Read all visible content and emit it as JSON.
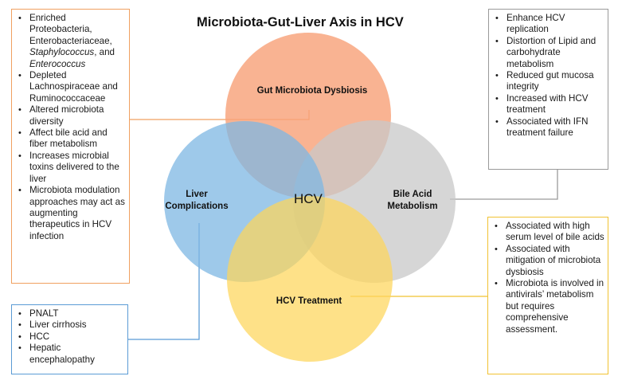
{
  "title": "Microbiota-Gut-Liver Axis in HCV",
  "colors": {
    "gut_circle": "#f8a27a",
    "bile_circle": "#c8c8c8",
    "liver_circle": "#7db7e3",
    "treatment_circle": "#fed55a",
    "orange_border": "#f0a060",
    "grey_border": "#9a9a9a",
    "yellow_border": "#f1c232",
    "blue_border": "#5b9bd5"
  },
  "circles": {
    "gut": {
      "label": "Gut Microbiota Dysbiosis"
    },
    "bile": {
      "label_line1": "Bile Acid",
      "label_line2": "Metabolism"
    },
    "liver": {
      "label_line1": "Liver",
      "label_line2": "Complications"
    },
    "treatment": {
      "label": "HCV Treatment"
    },
    "center": "HCV"
  },
  "boxes": {
    "gut_box": {
      "items": [
        {
          "parts": [
            "Enriched Proteobacteria, Enterobacteriaceae, ",
            "Staphylococcus",
            ", and ",
            "Enterococcus"
          ]
        },
        "Depleted Lachnospiraceae and Ruminococcaceae",
        "Altered microbiota diversity",
        "Affect bile acid and fiber metabolism",
        "Increases microbial toxins delivered to the liver",
        "Microbiota modulation approaches may act as augmenting therapeutics in HCV infection"
      ]
    },
    "bile_box": {
      "items": [
        "Enhance HCV replication",
        "Distortion of Lipid and carbohydrate metabolism",
        "Reduced gut mucosa integrity",
        "Increased with HCV treatment",
        "Associated with IFN treatment failure"
      ]
    },
    "treatment_box": {
      "items": [
        "Associated with high serum level of bile acids",
        "Associated with mitigation of microbiota dysbiosis",
        "Microbiota is involved in antivirals’ metabolism but requires comprehensive assessment."
      ]
    },
    "liver_box": {
      "items": [
        "PNALT",
        "Liver cirrhosis",
        "HCC",
        "Hepatic encephalopathy"
      ]
    }
  }
}
